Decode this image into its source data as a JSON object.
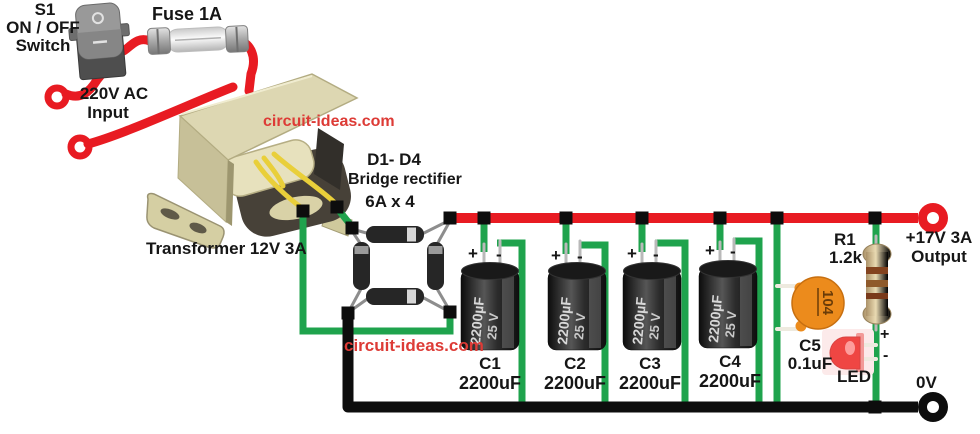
{
  "colors": {
    "wire-red": "#e81b22",
    "wire-green": "#1fa34d",
    "wire-black": "#0d0d0d",
    "node-black": "#0d0d0d",
    "watermark-red": "#dd3b36",
    "ceramic-orange": "#ec8b1c",
    "led-red": "#ef4643",
    "transformer-beige": "#ddd7b2"
  },
  "labels": {
    "s1": "S1",
    "on_off": "ON / OFF",
    "switch": "Switch",
    "fuse": "Fuse 1A",
    "ac_input_line1": "220V AC",
    "ac_input_line2": "Input",
    "watermark": "circuit-ideas.com",
    "transformer": "Transformer 12V 3A",
    "bridge_line1": "D1- D4",
    "bridge_line2": "Bridge rectifier",
    "bridge_line3": "6A x 4",
    "led": "LED",
    "output_line1": "+17V 3A",
    "output_line2": "Output",
    "ground": "0V",
    "plus": "+",
    "minus": "-"
  },
  "capacitors": [
    {
      "name": "C1",
      "value": "2200uF"
    },
    {
      "name": "C2",
      "value": "2200uF"
    },
    {
      "name": "C3",
      "value": "2200uF"
    },
    {
      "name": "C4",
      "value": "2200uF"
    }
  ],
  "cap_body": {
    "line1": "2200µF",
    "line2": "25 V"
  },
  "ceramic_cap": {
    "name": "C5",
    "value": "0.1uF",
    "code": "104"
  },
  "resistor": {
    "name": "R1",
    "value": "1.2k"
  },
  "switch_marks": {
    "on": "O"
  }
}
